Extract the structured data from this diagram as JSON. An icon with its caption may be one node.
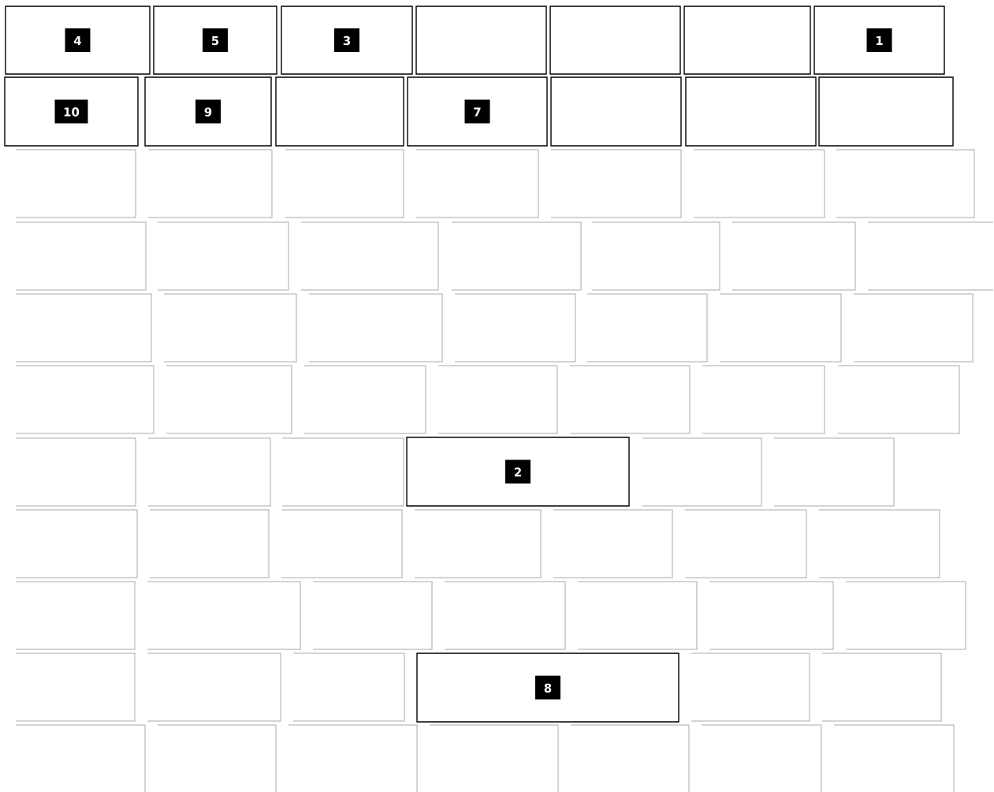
{
  "diagram": {
    "nodes": [
      {
        "text": [
          "4"
        ]
      },
      {
        "text": [
          "5"
        ]
      },
      {
        "text": [
          "3"
        ]
      },
      {
        "text": [],
        "shape": "box"
      },
      {
        "text": [],
        "shape": "box"
      },
      {
        "text": [],
        "shape": "box"
      },
      {
        "text": [
          "1"
        ]
      },
      {
        "text": [
          "10"
        ]
      },
      {
        "text": [
          "9"
        ]
      },
      {
        "text": [],
        "shape": "box"
      },
      {
        "text": [
          "7"
        ]
      },
      {
        "text": [],
        "shape": "box"
      },
      {
        "text": [],
        "shape": "box"
      },
      {
        "text": [],
        "shape": "box"
      },
      {
        "text": [
          "2"
        ]
      },
      {
        "text": [
          "8"
        ]
      }
    ]
  }
}
